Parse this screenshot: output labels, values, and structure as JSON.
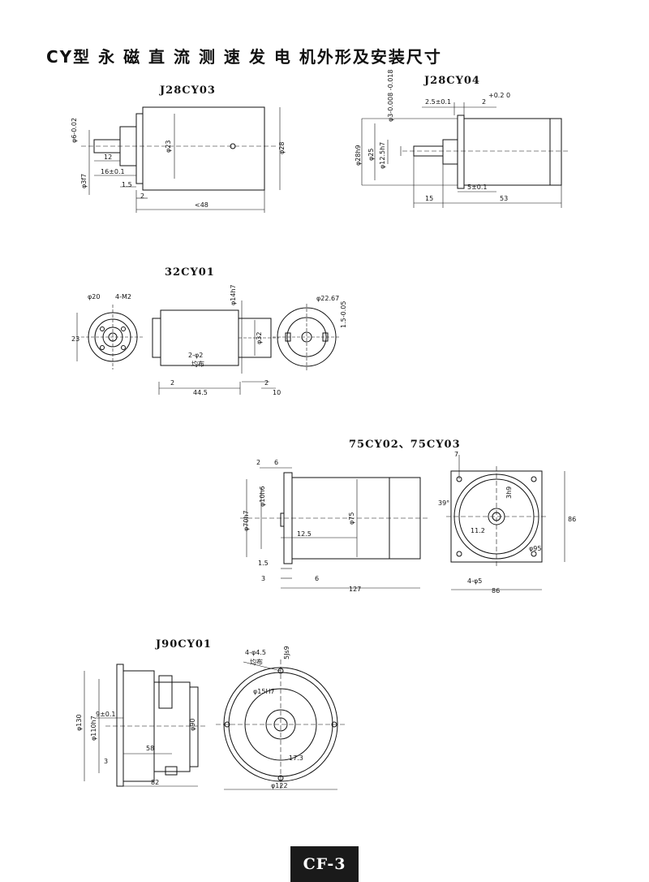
{
  "page": {
    "title": "CY型 永 磁 直 流 测 速 发 电 机外形及安装尺寸",
    "page_code": "CF-3"
  },
  "models": {
    "j28cy03": "J28CY03",
    "j28cy04": "J28CY04",
    "c32cy01": "32CY01",
    "c75": "75CY02、75CY03",
    "j90cy01": "J90CY01"
  },
  "dims": {
    "j28cy03": {
      "shaft": "φ6-0.02",
      "shaft2": "φ3f7",
      "len12": "12",
      "len16": "16±0.1",
      "len15": "1.5",
      "len2": "2",
      "len48": "<48",
      "d23": "φ23",
      "d28": "φ28"
    },
    "j28cy04": {
      "tol": "φ3-0.008 -0.018",
      "d28": "φ28h9",
      "d25": "φ25",
      "d125": "φ12.5h7",
      "l25": "2.5±0.1",
      "l2": "2",
      "l2tol": "+0.2 0",
      "l15": "15",
      "l5": "5±0.1",
      "l53": "53"
    },
    "c32cy01": {
      "d20": "φ20",
      "m2": "4-M2",
      "h23": "23",
      "d14": "φ14h7",
      "d32": "φ32",
      "hole": "2-φ2",
      "even": "均布",
      "l2a": "2",
      "l2b": "2",
      "l445": "44.5",
      "l10": "10",
      "d2267": "φ22.67",
      "l15": "1.5-0.05"
    },
    "c75": {
      "l2": "2",
      "l6": "6",
      "d70": "φ70h7",
      "d10": "φ10h6",
      "d75": "φ75",
      "l125": "12.5",
      "l15": "1.5",
      "l3": "3",
      "l6b": "6",
      "l127": "127",
      "l7": "7",
      "l39": "39°",
      "l3h9": "3h9",
      "l112": "11.2",
      "d95": "φ95",
      "holes": "4-φ5",
      "l86a": "86",
      "l86b": "86"
    },
    "j90cy01": {
      "holes": "4-φ4.5",
      "even": "均布",
      "s9": "5Js9",
      "d15": "φ15H7",
      "d130": "φ130",
      "d110": "φ110h7",
      "l9": "9±0.1",
      "d90": "φ90",
      "l58": "58",
      "l3": "3",
      "l82": "82",
      "l173": "17.3",
      "d122": "φ122"
    }
  }
}
